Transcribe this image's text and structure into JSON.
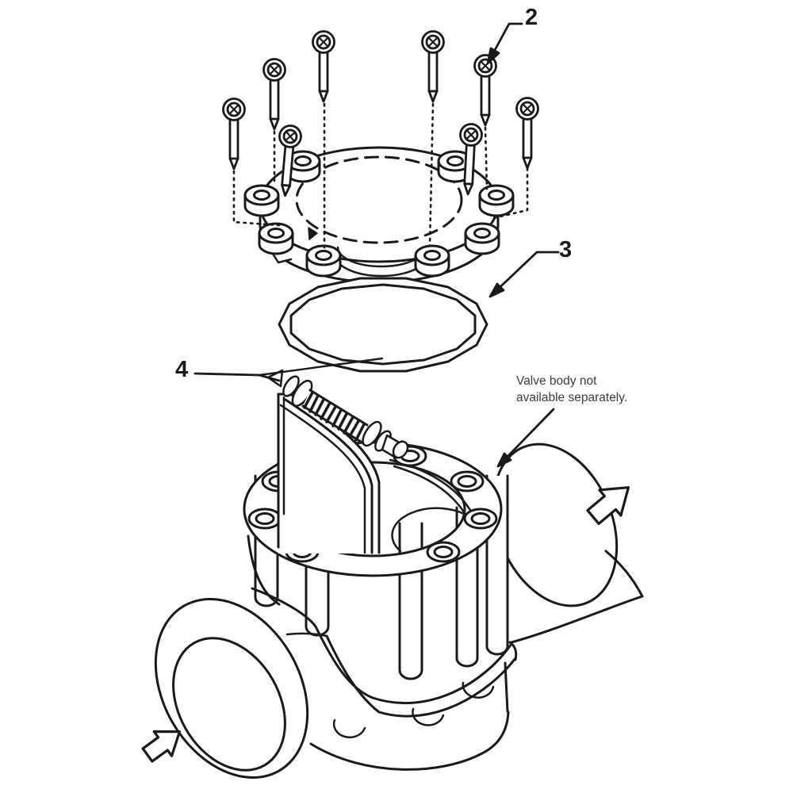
{
  "labels": {
    "callout_2": "2",
    "callout_3": "3",
    "callout_4": "4"
  },
  "note": "Valve body not available separately.",
  "icons": [
    "flow-arrow-inlet-icon",
    "flow-arrow-outlet-icon",
    "phillips-screw-icon"
  ],
  "colors": {
    "line": "#1a1a1a",
    "background": "#ffffff"
  }
}
